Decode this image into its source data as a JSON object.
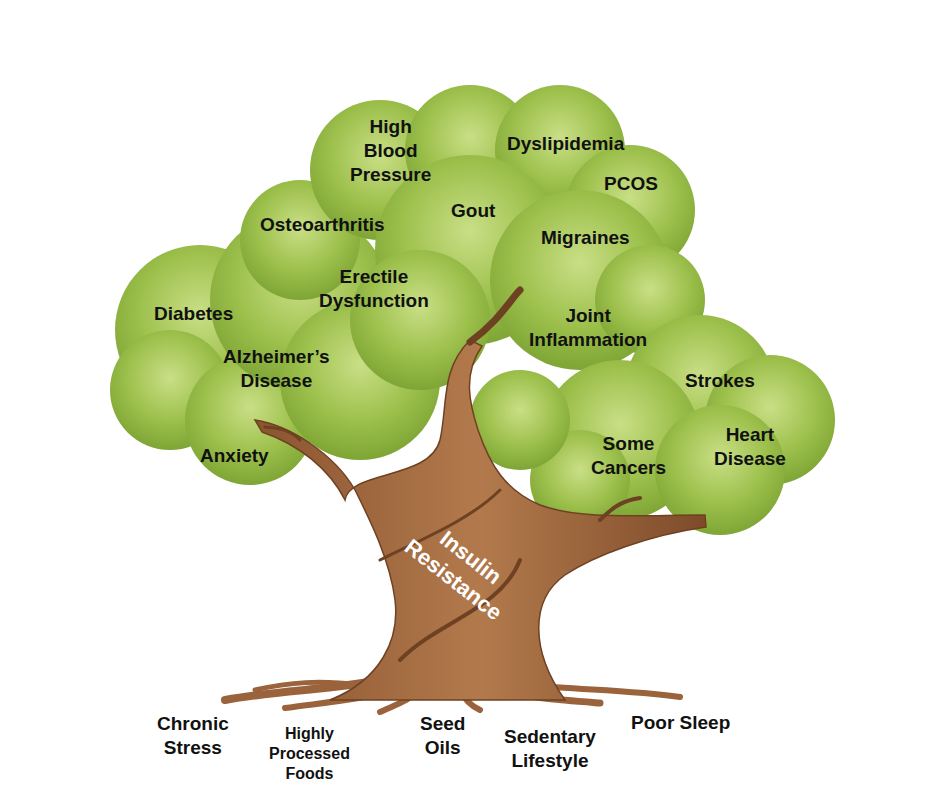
{
  "diagram": {
    "labels": [
      "High Blood Pressure",
      "Dyslipidemia",
      "PCOS",
      "Gout",
      "Osteoarthritis",
      "Migraines",
      "Erectile Dysfunction",
      "Diabetes",
      "Joint Inflammation",
      "Alzheimer’s Disease",
      "Strokes",
      "Anxiety",
      "Some Cancers",
      "Heart Disease",
      "Insulin Resistance",
      "Chronic Stress",
      "Highly Processed Foods",
      "Seed Oils",
      "Sedentary Lifestyle",
      "Poor Sleep"
    ]
  }
}
